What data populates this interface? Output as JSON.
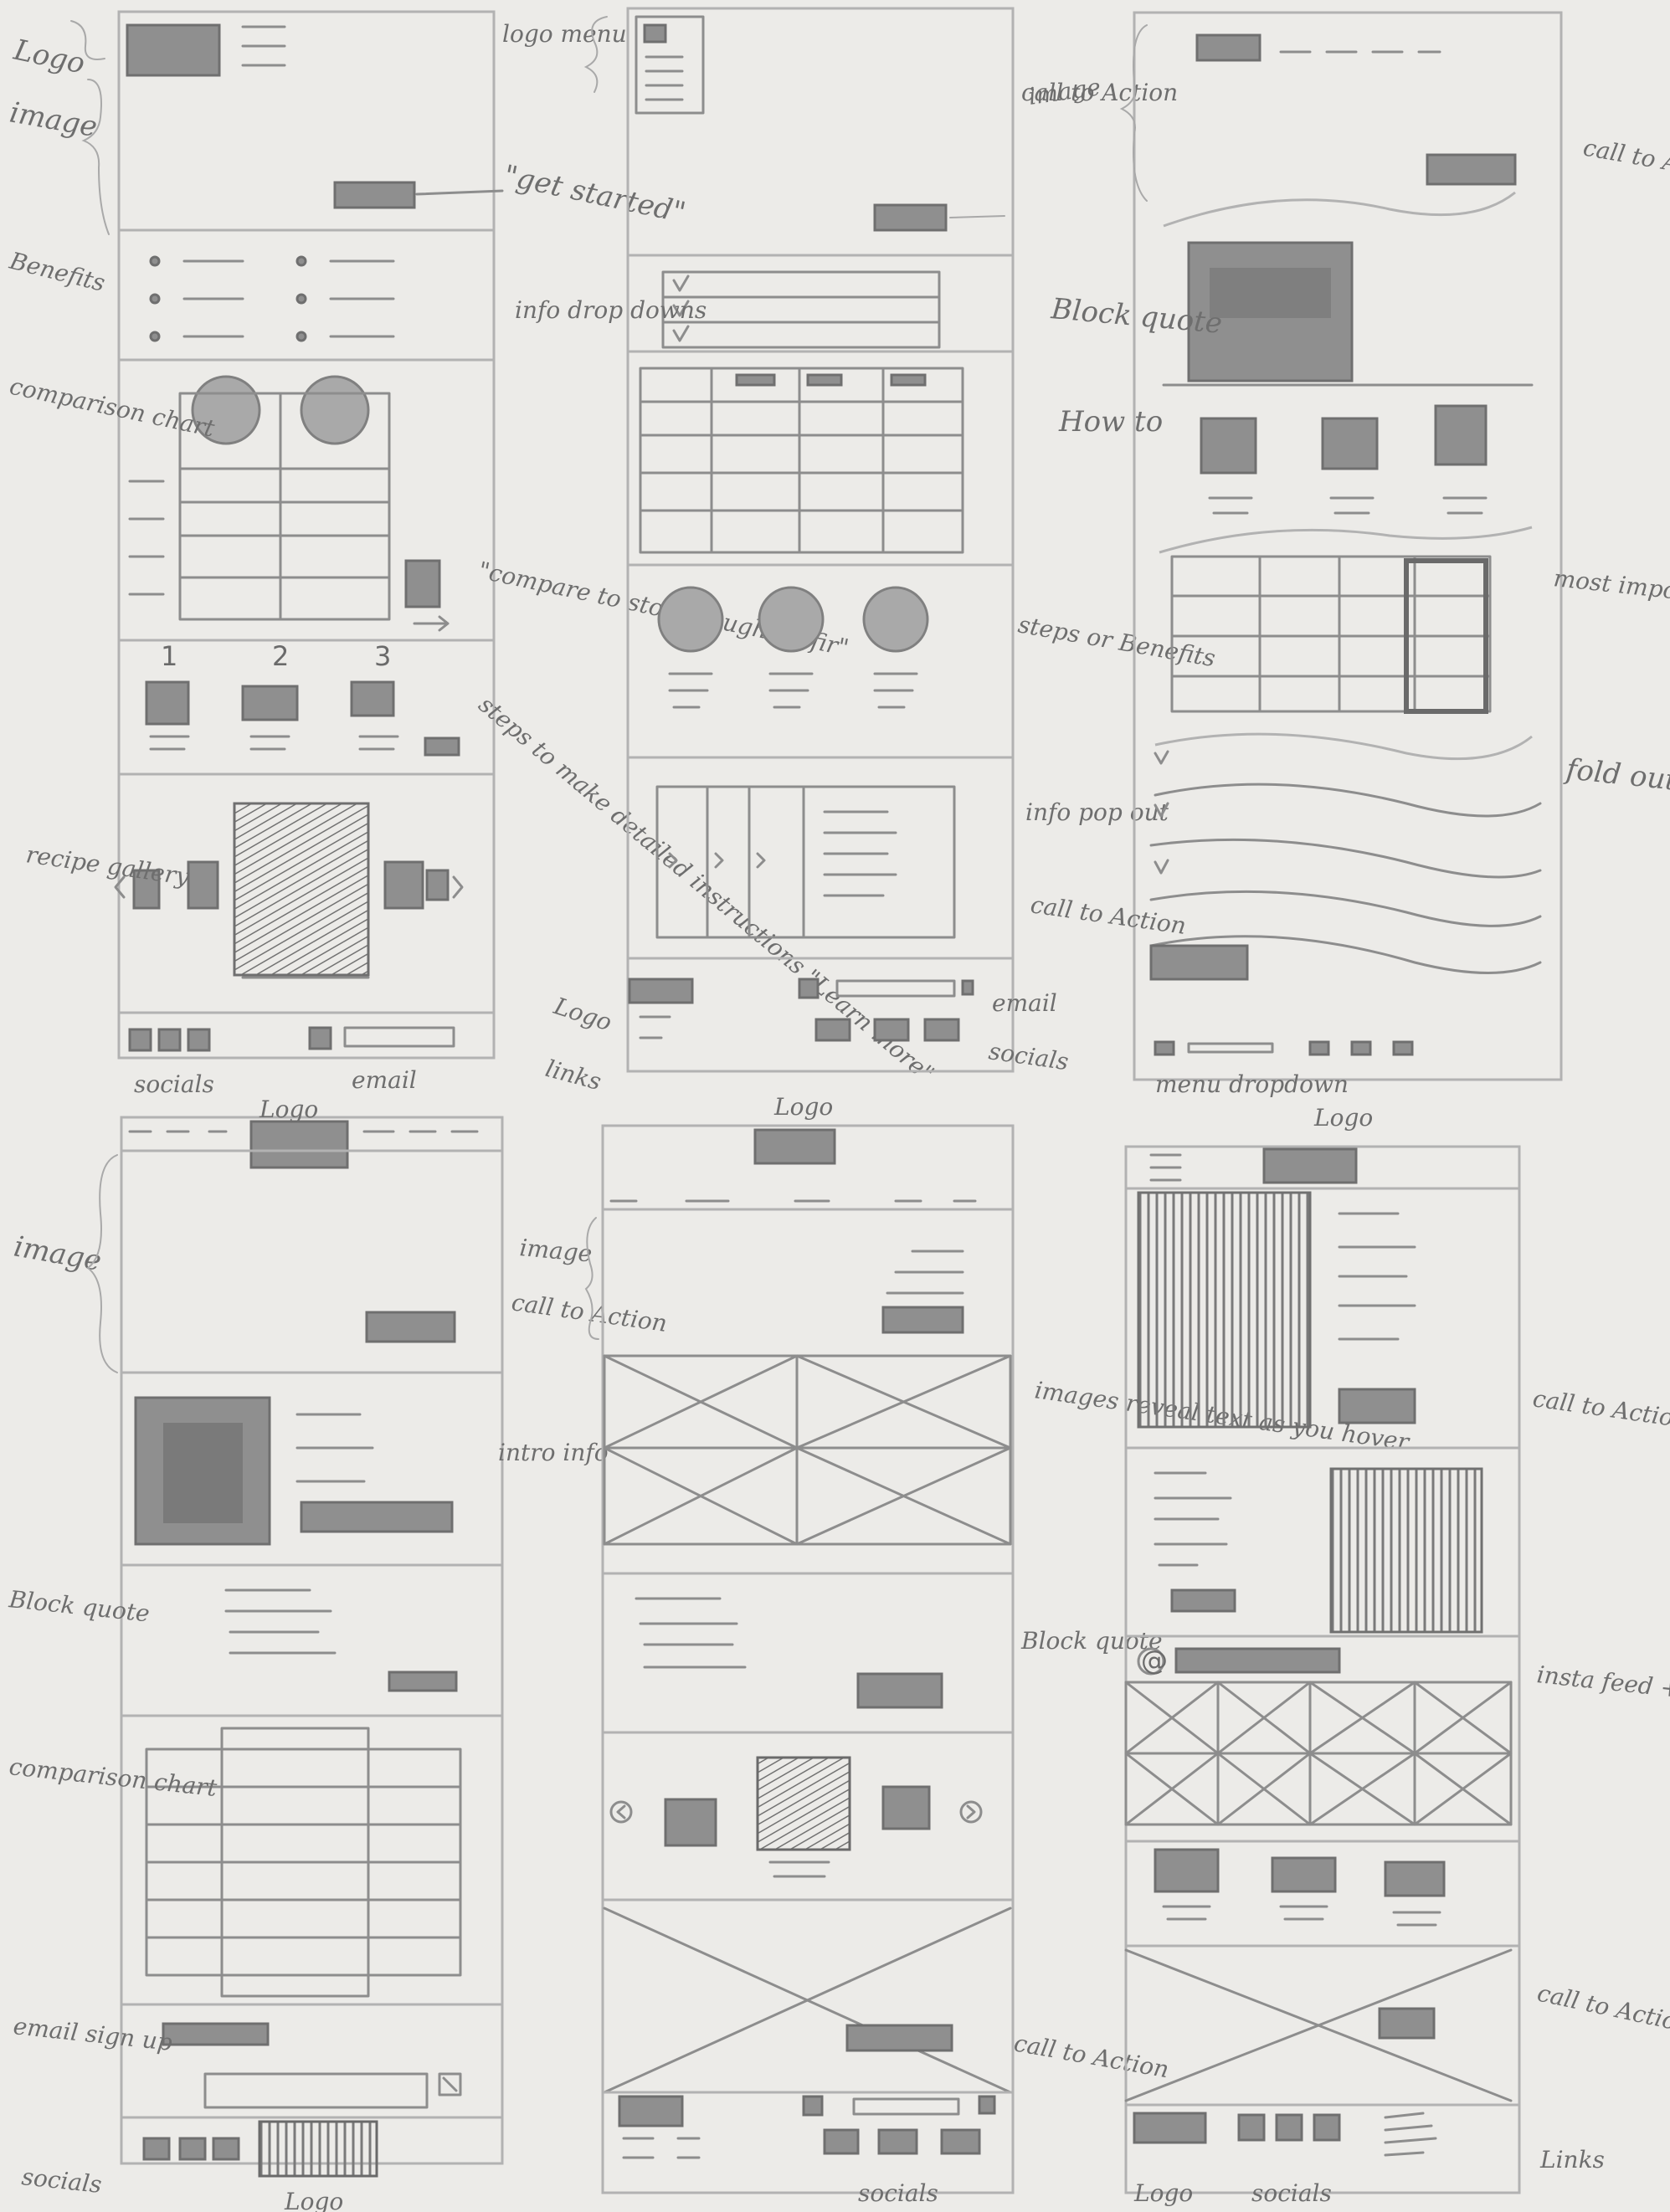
{
  "annotations": {
    "w1": {
      "logo": "Logo",
      "image": "image",
      "get_started": "\"get started\"",
      "benefits": "Benefits",
      "comparison_chart": "comparison chart",
      "compare": "\"compare to store bought kefir\"",
      "steps": "steps to make detailed instructions \"Learn more\"",
      "recipe_gallery": "recipe gallery",
      "socials": "socials",
      "email": "email",
      "step_numbers": [
        "1",
        "2",
        "3"
      ]
    },
    "w2": {
      "logo_menu": "logo menu",
      "cta": "call to Action",
      "info_dropdowns": "info drop downs",
      "steps_benefits": "steps or Benefits",
      "info_popout": "info pop out",
      "logo": "Logo",
      "links": "links",
      "email": "email",
      "socials": "socials"
    },
    "w3": {
      "image": "image",
      "cta": "call to Action",
      "block_quote": "Block quote",
      "how_to": "How to",
      "most_important": "most important Bolded",
      "cta2": "call to Action",
      "fold_out": "fold out tabs w/ Benefits or other info"
    },
    "w4": {
      "logo": "Logo",
      "image": "image",
      "cta": "call to Action",
      "intro": "intro info",
      "block_quote": "Block quote",
      "comparison_chart": "comparison chart",
      "email_signup": "email sign up",
      "socials": "socials",
      "logo_bottom": "Logo"
    },
    "w5": {
      "logo": "Logo",
      "image": "image",
      "images_reveal": "images reveal text as you hover",
      "block_quote": "Block quote",
      "cta": "call to Action",
      "socials": "socials"
    },
    "w6": {
      "menu_dropdown": "menu dropdown",
      "logo": "Logo",
      "cta": "call to Action",
      "insta": "insta feed + Link",
      "cta2": "call to Action",
      "links": "Links",
      "logo_bottom": "Logo",
      "socials": "socials"
    }
  }
}
